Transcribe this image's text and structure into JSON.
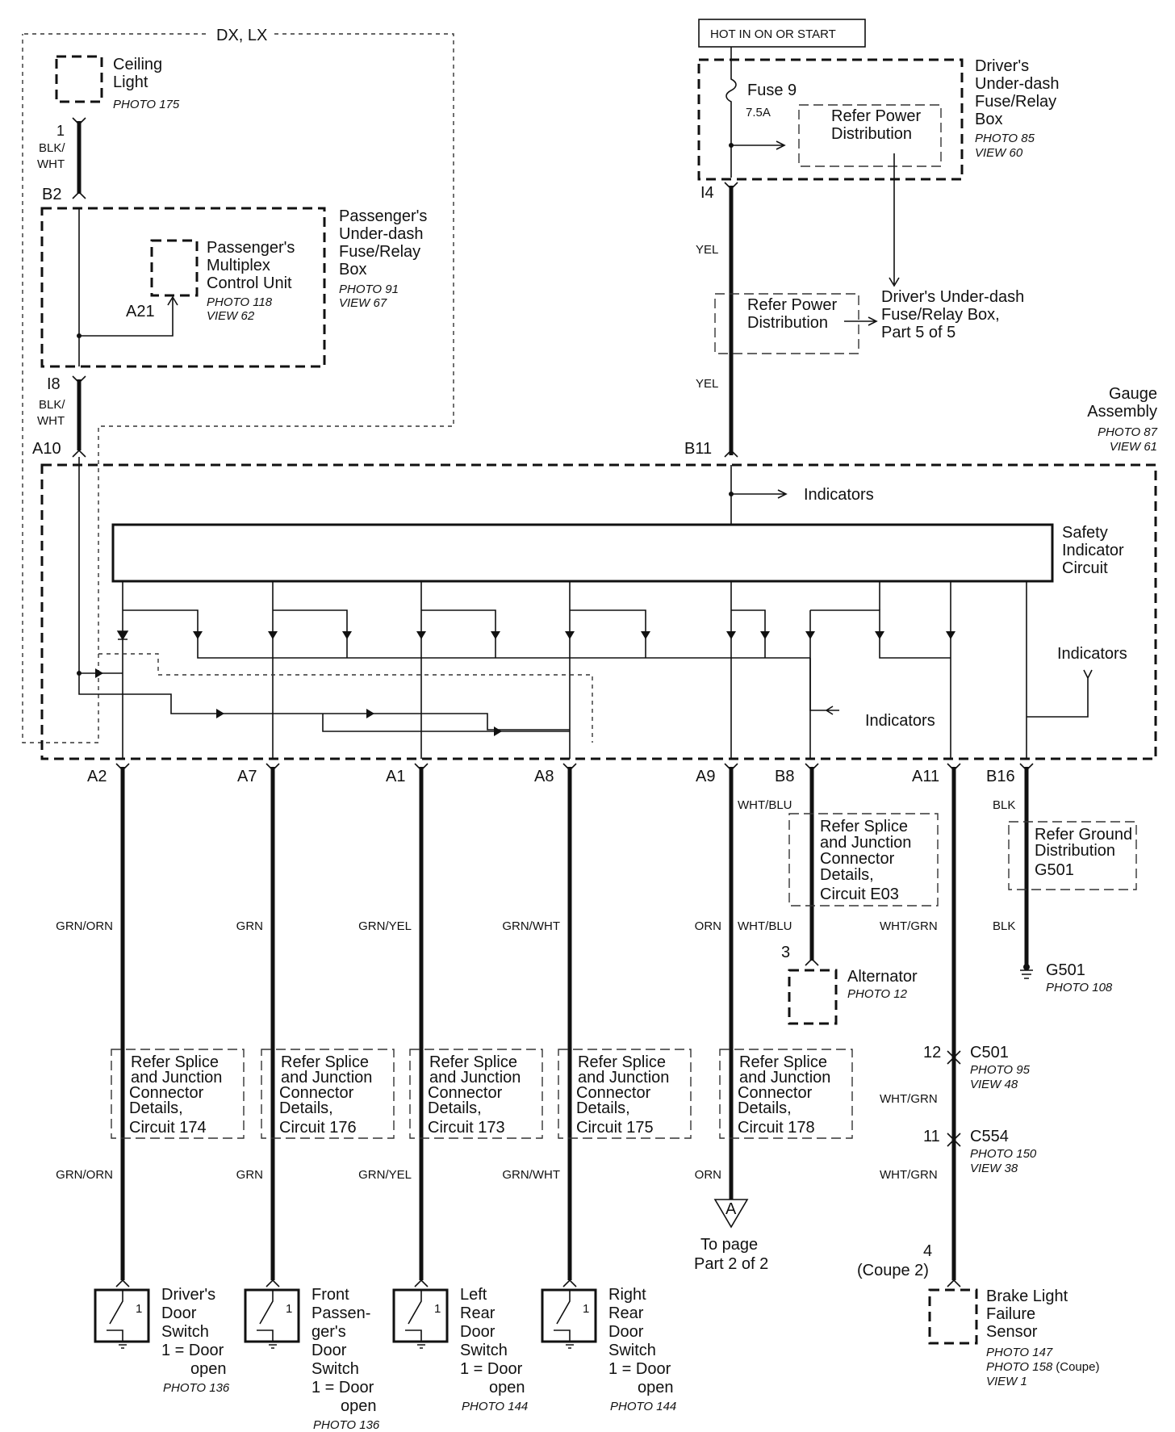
{
  "header": {
    "trim": "DX, LX",
    "hot_label": "HOT IN ON OR START"
  },
  "ceiling_light": {
    "name": "Ceiling Light",
    "photo": "PHOTO 175",
    "pin": "1",
    "wire": "BLK/ WHT"
  },
  "pass_box": {
    "name": "Passenger's Under-dash Fuse/Relay Box",
    "photo": "PHOTO 91",
    "view": "VIEW 67",
    "pin_top": "B2",
    "pin_bottom": "I8",
    "wire_bottom": "BLK/ WHT",
    "mcu": {
      "name": "Passenger's Multiplex Control Unit",
      "photo": "PHOTO 118",
      "view": "VIEW 62",
      "pin": "A21"
    }
  },
  "driver_box": {
    "name": "Driver's Under-dash Fuse/Relay Box",
    "photo": "PHOTO 85",
    "view": "VIEW 60",
    "fuse": "Fuse 9",
    "fuse_rating": "7.5A",
    "refer": "Refer Power Distribution",
    "pin": "I4"
  },
  "power_dist": {
    "refer": "Refer Power Distribution",
    "target": "Driver's Under-dash Fuse/Relay Box, Part 5 of 5",
    "wire_top": "YEL",
    "wire_bottom": "YEL"
  },
  "gauge": {
    "name": "Gauge Assembly",
    "photo": "PHOTO 87",
    "view": "VIEW 61",
    "pin_a10": "A10",
    "pin_b11": "B11",
    "indicators_1": "Indicators",
    "indicators_2": "Indicators",
    "indicators_3": "Indicators",
    "circuit": "Safety Indicator Circuit"
  },
  "bottom_pins": [
    {
      "pin": "A2",
      "wire1": "GRN/ORN",
      "wire2": "GRN/ORN",
      "refer": [
        "Refer Splice",
        "and Junction",
        "Connector",
        "Details,",
        "Circuit 174"
      ]
    },
    {
      "pin": "A7",
      "wire1": "GRN",
      "wire2": "GRN",
      "refer": [
        "Refer Splice",
        "and Junction",
        "Connector",
        "Details,",
        "Circuit 176"
      ]
    },
    {
      "pin": "A1",
      "wire1": "GRN/YEL",
      "wire2": "GRN/YEL",
      "refer": [
        "Refer Splice",
        "and Junction",
        "Connector",
        "Details,",
        "Circuit 173"
      ]
    },
    {
      "pin": "A8",
      "wire1": "GRN/WHT",
      "wire2": "GRN/WHT",
      "refer": [
        "Refer Splice",
        "and Junction",
        "Connector",
        "Details,",
        "Circuit 175"
      ]
    },
    {
      "pin": "A9",
      "wire1": "ORN",
      "wire2": "ORN",
      "refer": [
        "Refer Splice",
        "and Junction",
        "Connector",
        "Details,",
        "Circuit 178"
      ]
    }
  ],
  "b8": {
    "pin": "B8",
    "wire_top": "WHT/BLU",
    "wire_bottom": "WHT/BLU",
    "refer": [
      "Refer Splice",
      "and Junction",
      "Connector",
      "Details,",
      "Circuit E03"
    ],
    "alt_pin": "3",
    "alt_name": "Alternator",
    "alt_photo": "PHOTO 12"
  },
  "a11": {
    "pin": "A11",
    "wire1": "WHT/GRN",
    "c501": {
      "pin": "12",
      "name": "C501",
      "photo": "PHOTO 95",
      "view": "VIEW 48"
    },
    "wire2": "WHT/GRN",
    "c554": {
      "pin": "11",
      "name": "C554",
      "photo": "PHOTO 150",
      "view": "VIEW 38"
    },
    "wire3": "WHT/GRN",
    "sensor_pin": "4",
    "sensor_pin_note": "(Coupe 2)",
    "sensor": [
      "Brake Light",
      "Failure",
      "Sensor"
    ],
    "sensor_photo1": "PHOTO 147",
    "sensor_photo2": "PHOTO 158",
    "sensor_photo2_note": "(Coupe)",
    "sensor_view": "VIEW 1"
  },
  "b16": {
    "pin": "B16",
    "wire_top": "BLK",
    "wire_bottom": "BLK",
    "refer": [
      "Refer Ground",
      "Distribution",
      "G501"
    ],
    "ground": "G501",
    "ground_photo": "PHOTO 108"
  },
  "page_ref": {
    "letter": "A",
    "text1": "To page",
    "text2": "Part 2 of 2"
  },
  "switches": [
    {
      "lines": [
        "Driver's",
        "Door",
        "Switch",
        "1 = Door",
        "open"
      ],
      "photo": "PHOTO 136",
      "num": "1"
    },
    {
      "lines": [
        "Front",
        "Passen-",
        "ger's",
        "Door",
        "Switch",
        "1 = Door",
        "open"
      ],
      "photo": "PHOTO 136",
      "num": "1"
    },
    {
      "lines": [
        "Left",
        "Rear",
        "Door",
        "Switch",
        "1 = Door",
        "open"
      ],
      "photo": "PHOTO 144",
      "num": "1"
    },
    {
      "lines": [
        "Right",
        "Rear",
        "Door",
        "Switch",
        "1 = Door",
        "open"
      ],
      "photo": "PHOTO 144",
      "num": "1"
    }
  ]
}
